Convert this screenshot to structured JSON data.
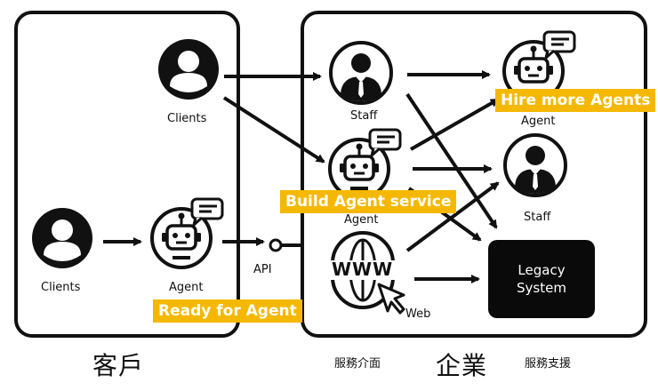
{
  "regions": {
    "customer_title": "客戶",
    "enterprise_title": "企業"
  },
  "labels": {
    "clients_top": "Clients",
    "clients_bottom": "Clients",
    "agent_customer": "Agent",
    "api": "API",
    "staff_service": "Staff",
    "agent_service": "Agent",
    "web": "Web",
    "agent_support": "Agent",
    "staff_support": "Staff",
    "service_interface": "服務介面",
    "service_support": "服務支援"
  },
  "legacy": {
    "line1": "Legacy",
    "line2": "System"
  },
  "web_glyph": "WWW",
  "highlights": {
    "hire": "Hire more Agents",
    "build": "Build Agent service",
    "ready": "Ready for Agent"
  },
  "colors": {
    "highlight": "#f5b800",
    "ink": "#111111",
    "legacy_bg": "#0a0a0a"
  },
  "icons": [
    "person-icon",
    "robot-agent-icon",
    "staff-suit-icon",
    "www-cursor-icon",
    "api-connector-icon",
    "chat-bubble-icon"
  ]
}
